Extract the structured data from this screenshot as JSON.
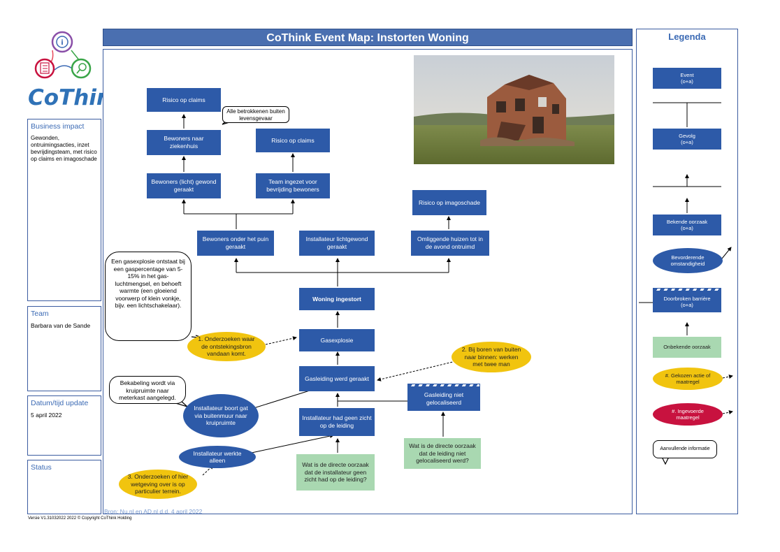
{
  "header": {
    "title": "CoThink Event Map: Instorten Woning"
  },
  "logo": {
    "text": "CoThink",
    "mark": "®"
  },
  "legend": {
    "title": "Legenda",
    "event": "Event\n(o+a)",
    "gevolg": "Gevolg\n(o+a)",
    "bekende_oorzaak": "Bekende oorzaak\n(o+a)",
    "bevorderende": "Bevorderende\nomstandigheid",
    "doorbroken": "Doorbroken barrière\n(o+a)",
    "onbekende": "Onbekende oorzaak",
    "gekozen": "#. Gekozen actie of\nmaatregel",
    "ingevoerde": "#. Ingevoerde\nmaatregel",
    "aanvullende": "Aanvullende informatie"
  },
  "sidebar": {
    "business_impact": {
      "title": "Business impact",
      "text": "Gewonden, ontruimingsacties, inzet bevrijdingsteam, met risico op claims en imagoschade"
    },
    "team": {
      "title": "Team",
      "text": "Barbara van de Sande"
    },
    "datum": {
      "title": "Datum/tijd update",
      "text": "5 april 2022"
    },
    "status": {
      "title": "Status",
      "text": ""
    }
  },
  "diagram": {
    "risico_claims_1": "Risico op claims",
    "ziekenhuis": "Bewoners naar ziekenhuis",
    "gewond": "Bewoners (licht) gewond geraakt",
    "risico_claims_2": "Risico op claims",
    "team_ingezet": "Team ingezet voor bevrijding bewoners",
    "risico_imago": "Risico op imagoschade",
    "onder_puin": "Bewoners onder het puin geraakt",
    "installateur_gewond": "Installateur lichtgewond geraakt",
    "omliggende": "Omliggende huizen tot in de avond ontruimd",
    "woning_ingestort": "Woning ingestort",
    "gasexplosie": "Gasexplosie",
    "gasleiding_geraakt": "Gasleiding werd geraakt",
    "geen_zicht": "Installateur had geen zicht op de leiding",
    "niet_gelocaliseerd": "Gasleiding niet gelocaliseerd",
    "boort_gat": "Installateur boort gat via buitenmuur naar kruipruimte",
    "werkte_alleen": "Installateur werkte alleen",
    "vraag_zicht": "Wat is de directe oorzaak dat de installateur geen zicht had op de leiding?",
    "vraag_gelocaliseerd": "Wat is de directe oorzaak dat de leiding niet gelocaliseerd werd?",
    "actie_1": "1. Onderzoeken waar de ontstekingsbron vandaan komt.",
    "actie_2": "2. Bij boren van buiten naar binnen: werken met twee man",
    "actie_3": "3. Onderzoeken of hier wetgeving over is op particulier terrein.",
    "info_levensgevaar": "Alle betrokkenen buiten levensgevaar",
    "info_gasexplosie": "Een gasexplosie ontstaat bij een gaspercentage van 5-15% in het gas-luchtmengsel, en behoeft warmte (een gloeiend voorwerp of klein vonkje, bijv. een lichtschakelaar).",
    "info_bekabeling": "Bekabeling wordt via kruipruimte naar meterkast aangelegd."
  },
  "footer": {
    "source": "Bron: Nu.nl en AD.nl d.d. 4 april 2022",
    "version": "Versie V1.31032022 2022 © Copyright CoThink Holding"
  },
  "colors": {
    "event_blue": "#2d5aa8",
    "title_blue": "#4a6fb0",
    "action_yellow": "#f1c40f",
    "unknown_green": "#a9d8b1",
    "implemented_red": "#c8123f"
  }
}
